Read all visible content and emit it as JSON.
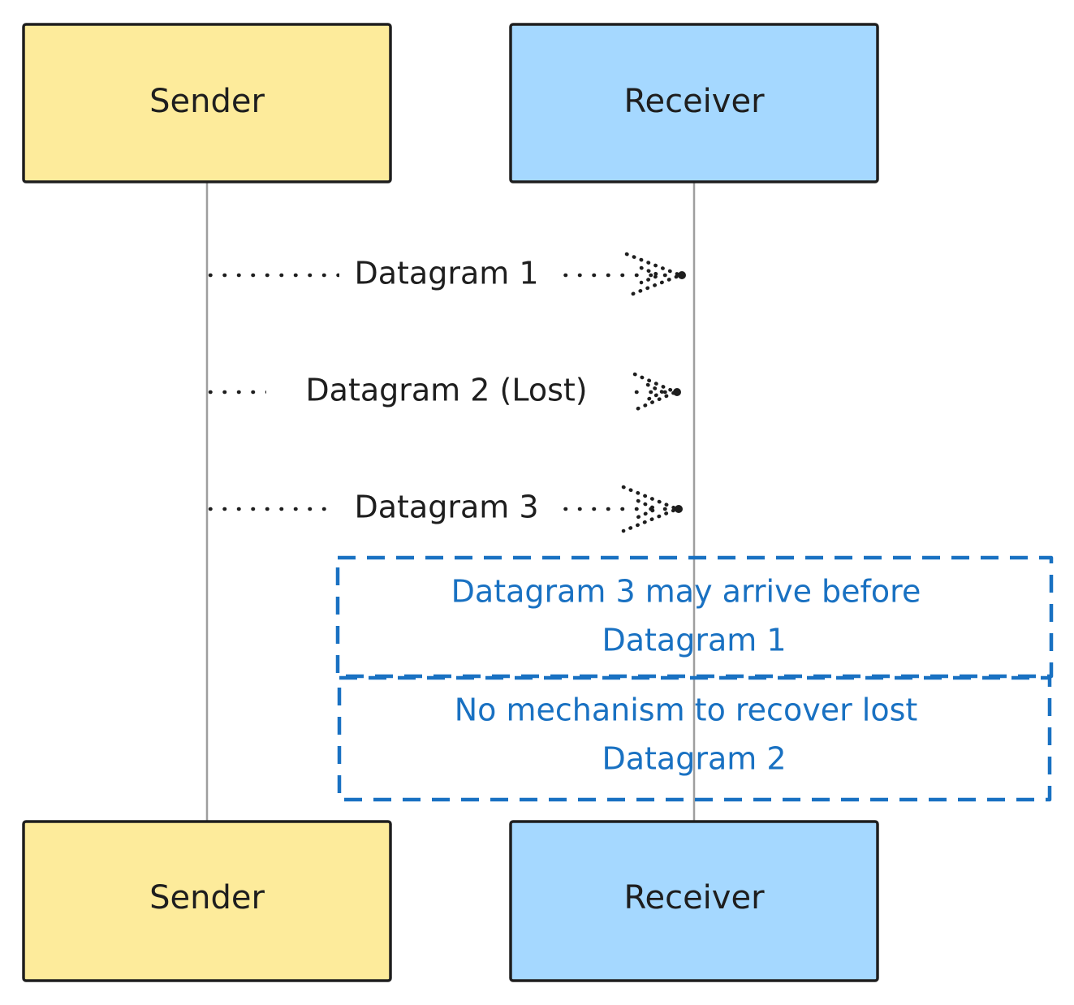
{
  "actors": {
    "sender": {
      "label": "Sender",
      "color": "#fdeb9b"
    },
    "receiver": {
      "label": "Receiver",
      "color": "#a5d8ff"
    }
  },
  "messages": [
    {
      "from": "sender",
      "to": "receiver",
      "label": "Datagram 1",
      "style": "dotted"
    },
    {
      "from": "sender",
      "to": "receiver",
      "label": "Datagram 2 (Lost)",
      "style": "dotted"
    },
    {
      "from": "sender",
      "to": "receiver",
      "label": "Datagram 3",
      "style": "dotted"
    }
  ],
  "notes": [
    {
      "line1": "Datagram 3 may arrive before",
      "line2": "Datagram 1"
    },
    {
      "line1": "No mechanism to recover lost",
      "line2": "Datagram 2"
    }
  ],
  "colors": {
    "note": "#1971c2",
    "stroke": "#1e1e1e",
    "lifeline": "#9e9e9e"
  }
}
